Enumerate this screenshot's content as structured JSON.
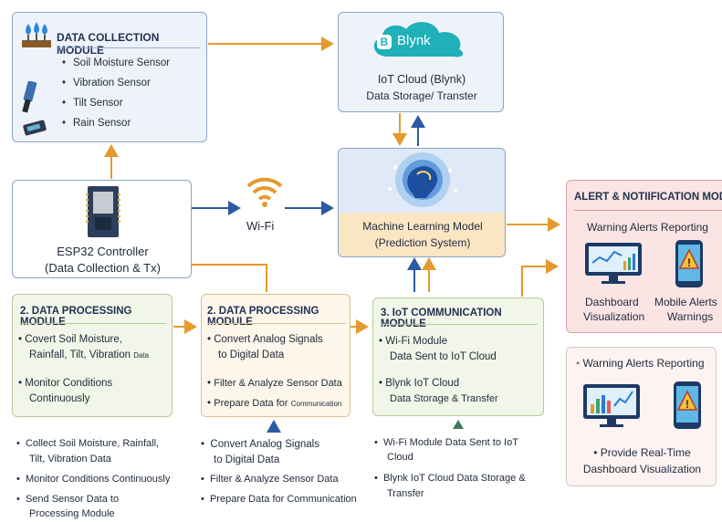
{
  "colors": {
    "orange": "#e49a2e",
    "blue": "#2c5aa0",
    "blue_box": "#eef3fb",
    "green_box": "#f1f6e8",
    "alert_box": "#fbe4e4"
  },
  "data_collection": {
    "title": "DATA COLLECTION MODULE",
    "items": [
      "Soil Moisture Sensor",
      "Vibration Sensor",
      "Tilt Sensor",
      "Rain Sensor"
    ]
  },
  "cloud": {
    "brand": "Blynk",
    "logo_letter": "B",
    "title": "IoT Cloud (Blynk)",
    "subtitle": "Data Storage/ Transter"
  },
  "esp32": {
    "line1": "ESP32 Controller",
    "line2": "(Data Collection & Tx)"
  },
  "wifi": {
    "label": "Wi-Fi"
  },
  "ml": {
    "line1": "Machine Learning Model",
    "line2": "(Prediction System)"
  },
  "alert": {
    "title": "ALERT & NOTIIFICATION MODULE",
    "subtitle": "Warning Alerts Reporting",
    "dash_label_1": "Dashboard",
    "dash_label_2": "Visualization",
    "mobile_label_1": "Mobile Alerts",
    "mobile_label_2": "Warnings"
  },
  "alert2": {
    "item": "Warning Alerts Reporting",
    "caption_1": "• Provide Real-Time",
    "caption_2": "Dashboard Visualization"
  },
  "proc1": {
    "title": "2. DATA PROCESSING MODULE",
    "item1a": "Covert Soil Moisture,",
    "item1b": "Rainfall, Tilt, Vibration",
    "item1c": "Data",
    "item2a": "Monitor Conditions",
    "item2b": "Continuously"
  },
  "proc2": {
    "title": "2. DATA PROCESSING MODULE",
    "item1a": "Convert Analog Signals",
    "item1b": "to Digital Data",
    "item2a": "Filter & Analyze Sensor Data",
    "item3a": "Prepare Data for",
    "item3b": "Communication"
  },
  "comm": {
    "title": "3. IoT COMMUNICATION MODULE",
    "item1a": "Wi-Fi Module",
    "item1b": "Data Sent to IoT Cloud",
    "item2a": "Blynk IoT Cloud",
    "item2b": "Data Storage & Transfer"
  },
  "notes1": [
    "Collect Soil Moisture, Rainfall,",
    "Tilt, Vibration Data",
    "Monitor Conditions Continuously",
    "Send Sensor Data to",
    "Processing Module"
  ],
  "notes2": [
    "Convert Analog Signals",
    "to Digital Data",
    "Filter & Analyze Sensor Data",
    "Prepare Data for Communication"
  ],
  "notes3": [
    "Wi-Fi Module  Data Sent to IoT",
    "Cloud",
    "Blynk IoT Cloud Data Storage &",
    "Transfer"
  ]
}
